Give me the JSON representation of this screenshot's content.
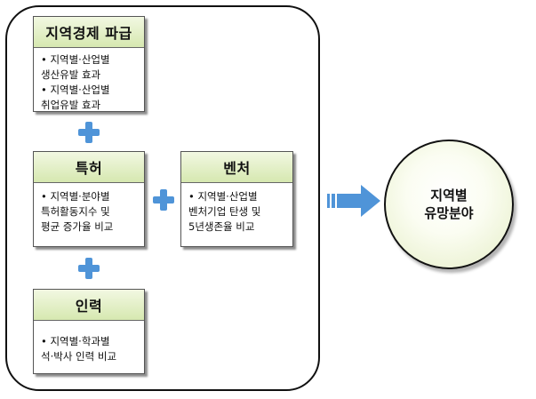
{
  "boxes": {
    "regional_economy": {
      "title": "지역경제 파급",
      "lines": "• 지역별·산업별\n생산유발 효과\n• 지역별·산업별\n취업유발 효과"
    },
    "patent": {
      "title": "특허",
      "lines": "• 지역별·분야별\n특허활동지수 및\n평균 증가율 비교"
    },
    "venture": {
      "title": "벤처",
      "lines": "• 지역별·산업별\n벤처기업 탄생 및\n5년생존율 비교"
    },
    "manpower": {
      "title": "인력",
      "lines": "• 지역별·학과별\n석·박사 인력 비교"
    }
  },
  "result": {
    "line1": "지역별",
    "line2": "유망분야"
  },
  "colors": {
    "header_fill": "#d6e8b0",
    "plus_fill": "#4f94d8",
    "arrow_fill": "#4f94d8",
    "circle_fill": "#eef4d8"
  }
}
